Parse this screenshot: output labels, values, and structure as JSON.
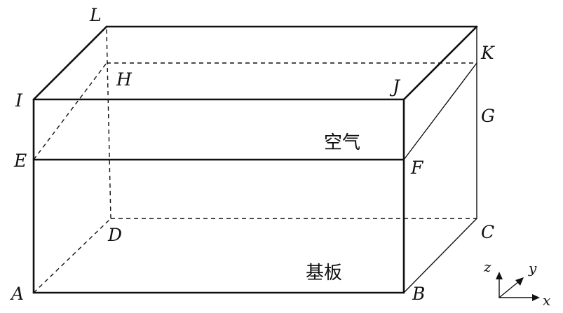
{
  "points": {
    "A": "A",
    "B": "B",
    "C": "C",
    "D": "D",
    "E": "E",
    "F": "F",
    "G": "G",
    "H": "H",
    "I": "I",
    "J": "J",
    "K": "K",
    "L": "L"
  },
  "regions": {
    "air": "空气",
    "substrate": "基板"
  },
  "axes": {
    "x": "x",
    "y": "y",
    "z": "z"
  }
}
